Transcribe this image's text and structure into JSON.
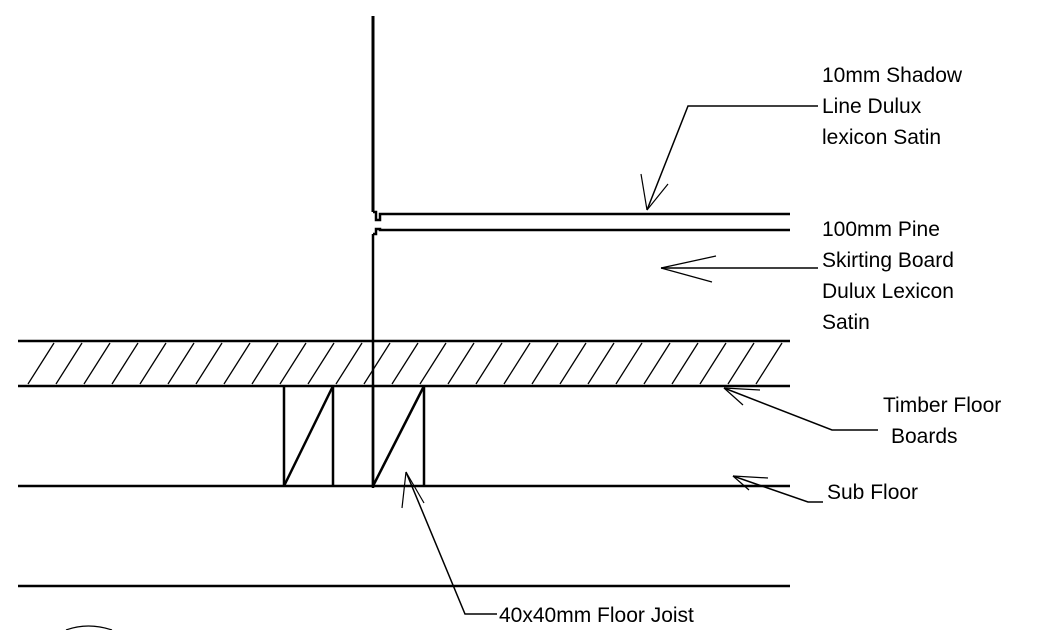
{
  "labels": {
    "shadow_line": [
      "10mm Shadow",
      "Line Dulux",
      "lexicon Satin"
    ],
    "skirting": [
      "100mm Pine",
      "Skirting Board",
      "Dulux Lexicon",
      "Satin"
    ],
    "timber_floor": [
      "Timber Floor",
      "Boards"
    ],
    "sub_floor": [
      "Sub Floor"
    ],
    "floor_joist": [
      "40x40mm Floor Joist"
    ]
  },
  "colors": {
    "line": "#000000",
    "background": "#ffffff"
  }
}
